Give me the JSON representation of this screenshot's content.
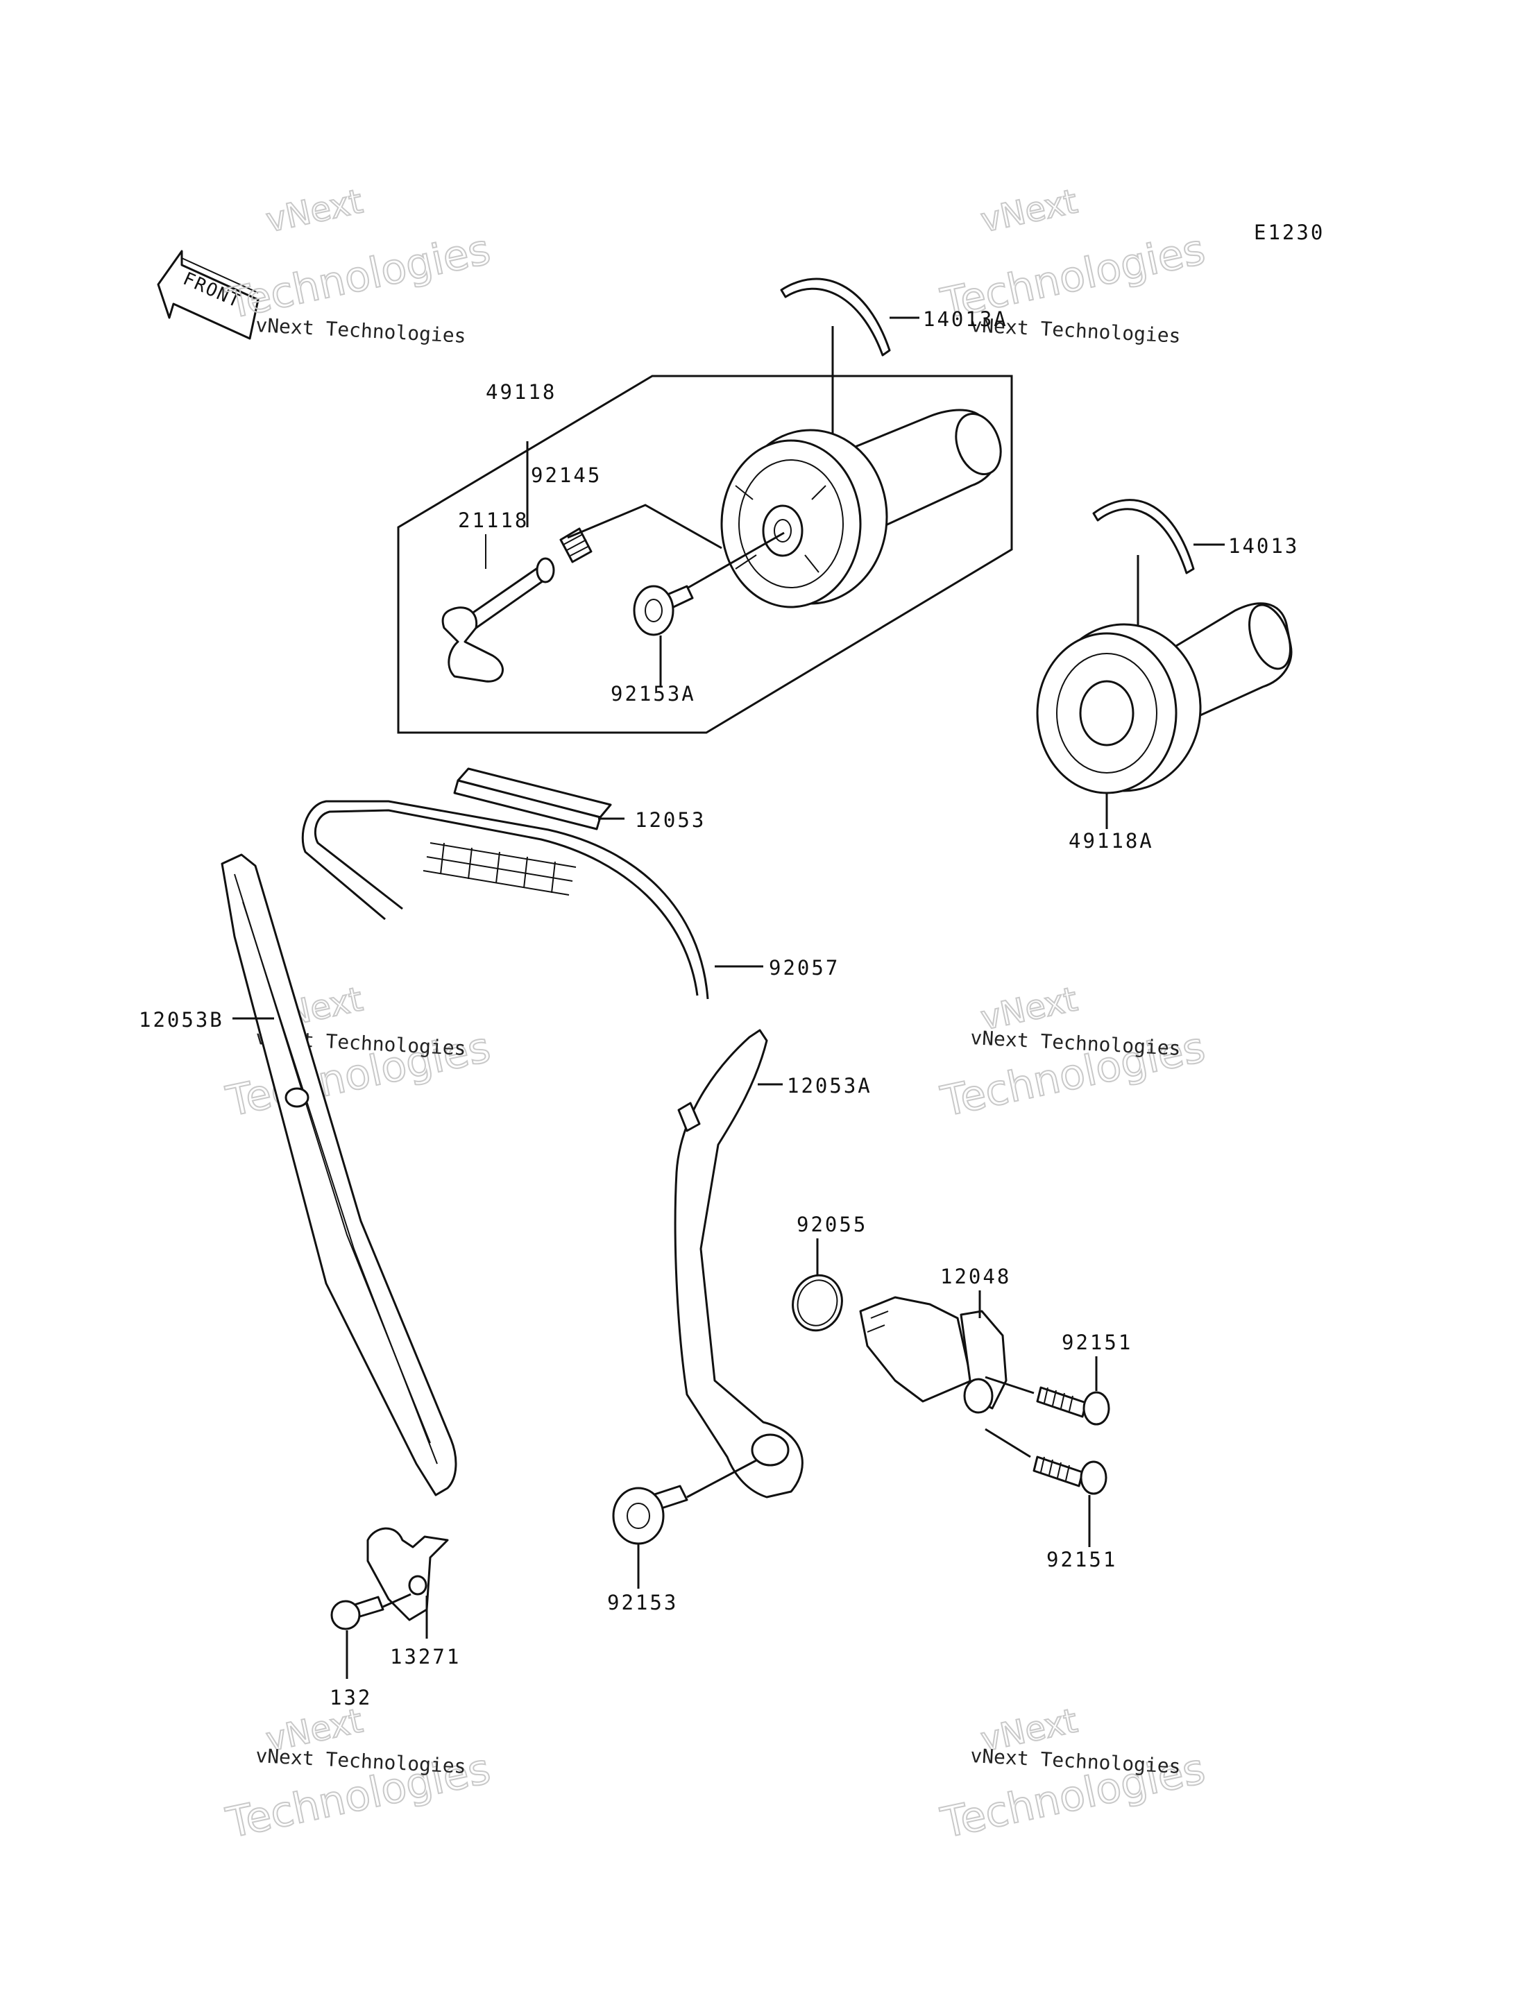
{
  "diagram_code": "E1230",
  "front_label": "FRONT",
  "watermark": {
    "line1": "vNext Technologies",
    "line2": "Technologies",
    "line3": "vNext"
  },
  "parts": [
    {
      "id": "p14013A",
      "label": "14013A"
    },
    {
      "id": "p49118",
      "label": "49118"
    },
    {
      "id": "p92145",
      "label": "92145"
    },
    {
      "id": "p21118",
      "label": "21118"
    },
    {
      "id": "p92153A",
      "label": "92153A"
    },
    {
      "id": "p14013",
      "label": "14013"
    },
    {
      "id": "p49118A",
      "label": "49118A"
    },
    {
      "id": "p12053",
      "label": "12053"
    },
    {
      "id": "p92057",
      "label": "92057"
    },
    {
      "id": "p12053B",
      "label": "12053B"
    },
    {
      "id": "p12053A",
      "label": "12053A"
    },
    {
      "id": "p92055",
      "label": "92055"
    },
    {
      "id": "p12048",
      "label": "12048"
    },
    {
      "id": "p92151a",
      "label": "92151"
    },
    {
      "id": "p92151b",
      "label": "92151"
    },
    {
      "id": "p92153",
      "label": "92153"
    },
    {
      "id": "p13271",
      "label": "13271"
    },
    {
      "id": "p132",
      "label": "132"
    }
  ]
}
